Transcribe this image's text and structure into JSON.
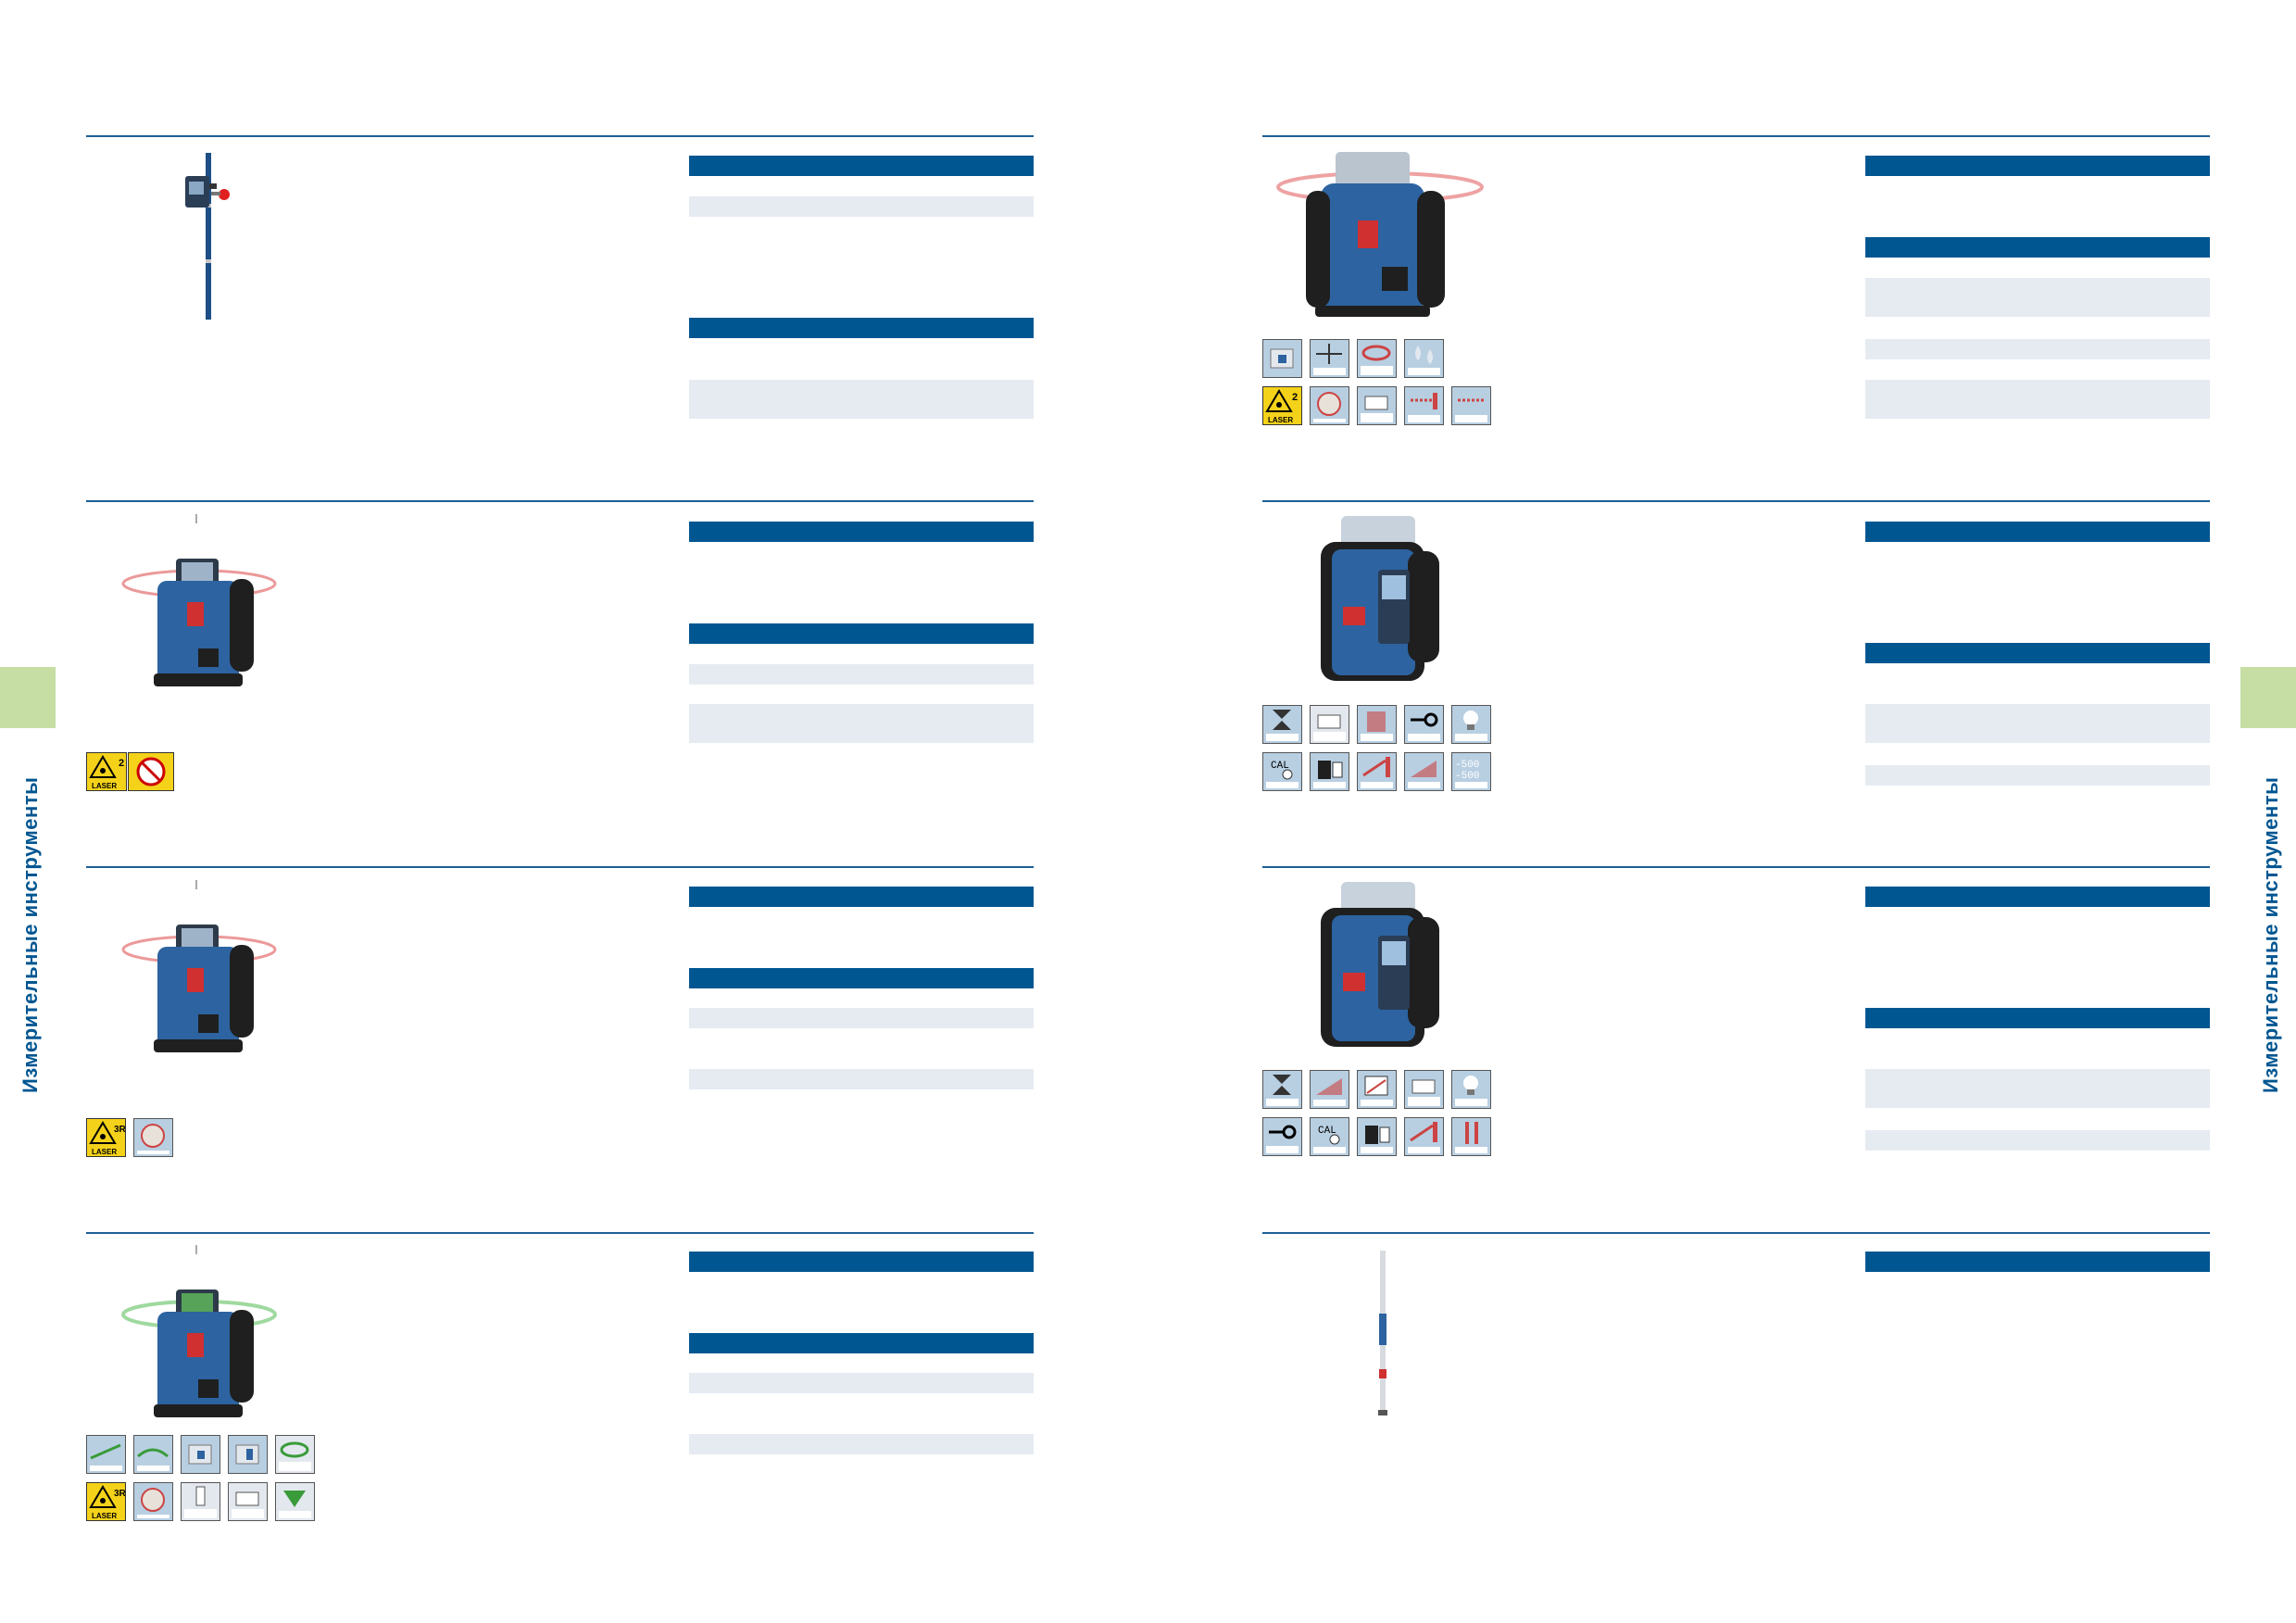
{
  "side_label": "Измерительные инструменты",
  "colors": {
    "accent": "#005691",
    "rule": "#1b5f95",
    "light_row": "#e6ebf2",
    "tab": "#c6dda4",
    "laser_yellow": "#f4d21a"
  },
  "icons": {
    "laser_class2": "LASER",
    "laser_class3r": "LASER",
    "class2_mark": "2",
    "class3r_mark": "3R",
    "cal": "CAL",
    "display_value": "-500"
  }
}
